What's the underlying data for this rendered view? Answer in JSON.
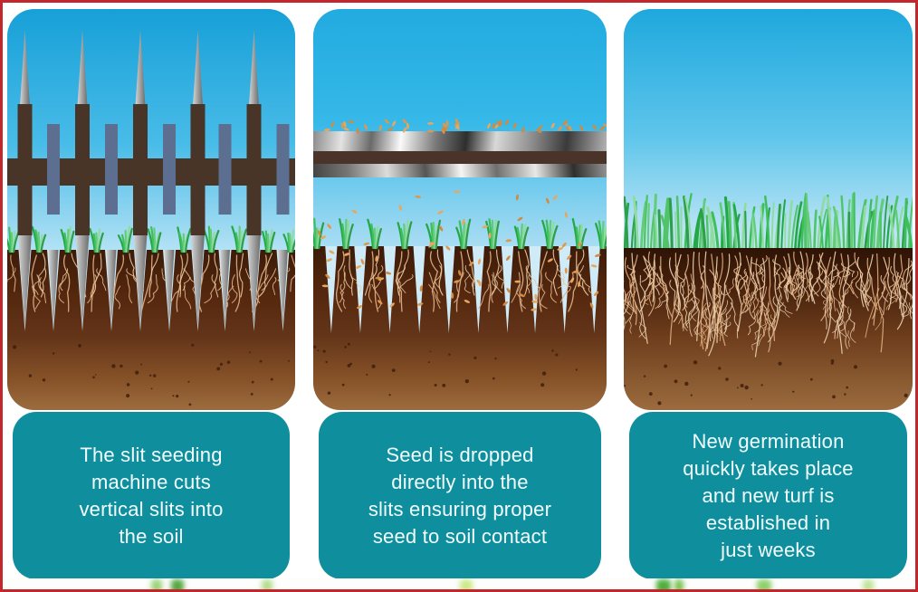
{
  "panels": [
    {
      "caption": "The slit seeding\nmachine cuts\nvertical slits into\nthe soil",
      "illustration": "slit-seeding-machine-cutting-soil"
    },
    {
      "caption": "Seed is dropped\ndirectly into the\nslits ensuring proper\nseed to soil contact",
      "illustration": "seed-roller-dropping-seed-into-slits"
    },
    {
      "caption": "New germination\nquickly takes place\nand new turf is\nestablished in\njust weeks",
      "illustration": "new-turf-established"
    }
  ],
  "palette": {
    "frame_border": "#c3262b",
    "caption_bg": "#0f8f9d",
    "caption_text": "#f2feff",
    "sky_top": "#17a0d8",
    "sky_bottom": "#cfeffa",
    "soil_dark": "#3c1b09",
    "soil_light": "#9c6c3e",
    "root": "#dcaf85",
    "root_light": "#ecd0ae",
    "grass_green": "#2ca24c",
    "grass_light": "#8fdba0",
    "seed": "#dd984e",
    "machine_body": "#483527",
    "machine_blade": "#5d6f90",
    "spike_grey": "#a5a5a5",
    "roller_dark": "#4a3429",
    "slit_sky": "#cdeaf7"
  }
}
